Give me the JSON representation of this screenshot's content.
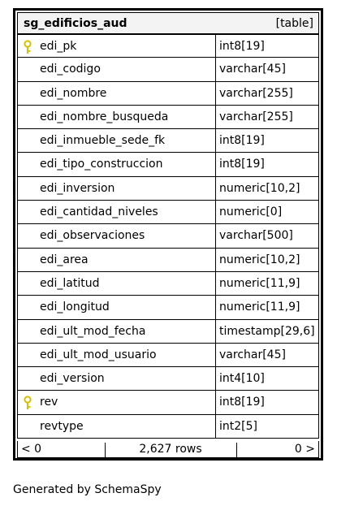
{
  "table": {
    "name": "sg_edificios_aud",
    "kind": "[table]",
    "columns": [
      {
        "name": "edi_pk",
        "type": "int8[19]",
        "key": true
      },
      {
        "name": "edi_codigo",
        "type": "varchar[45]",
        "key": false
      },
      {
        "name": "edi_nombre",
        "type": "varchar[255]",
        "key": false
      },
      {
        "name": "edi_nombre_busqueda",
        "type": "varchar[255]",
        "key": false
      },
      {
        "name": "edi_inmueble_sede_fk",
        "type": "int8[19]",
        "key": false
      },
      {
        "name": "edi_tipo_construccion",
        "type": "int8[19]",
        "key": false
      },
      {
        "name": "edi_inversion",
        "type": "numeric[10,2]",
        "key": false
      },
      {
        "name": "edi_cantidad_niveles",
        "type": "numeric[0]",
        "key": false
      },
      {
        "name": "edi_observaciones",
        "type": "varchar[500]",
        "key": false
      },
      {
        "name": "edi_area",
        "type": "numeric[10,2]",
        "key": false
      },
      {
        "name": "edi_latitud",
        "type": "numeric[11,9]",
        "key": false
      },
      {
        "name": "edi_longitud",
        "type": "numeric[11,9]",
        "key": false
      },
      {
        "name": "edi_ult_mod_fecha",
        "type": "timestamp[29,6]",
        "key": false
      },
      {
        "name": "edi_ult_mod_usuario",
        "type": "varchar[45]",
        "key": false
      },
      {
        "name": "edi_version",
        "type": "int4[10]",
        "key": false
      },
      {
        "name": "rev",
        "type": "int8[19]",
        "key": true
      },
      {
        "name": "revtype",
        "type": "int2[5]",
        "key": false
      }
    ],
    "footer": {
      "left": "< 0",
      "rows": "2,627 rows",
      "right": "0 >"
    }
  },
  "generated_by": "Generated by SchemaSpy",
  "colors": {
    "header_bg": "#f3f3f3",
    "key_icon": "#d7c000",
    "border": "#000000"
  },
  "icons": {
    "key": "key-icon"
  }
}
